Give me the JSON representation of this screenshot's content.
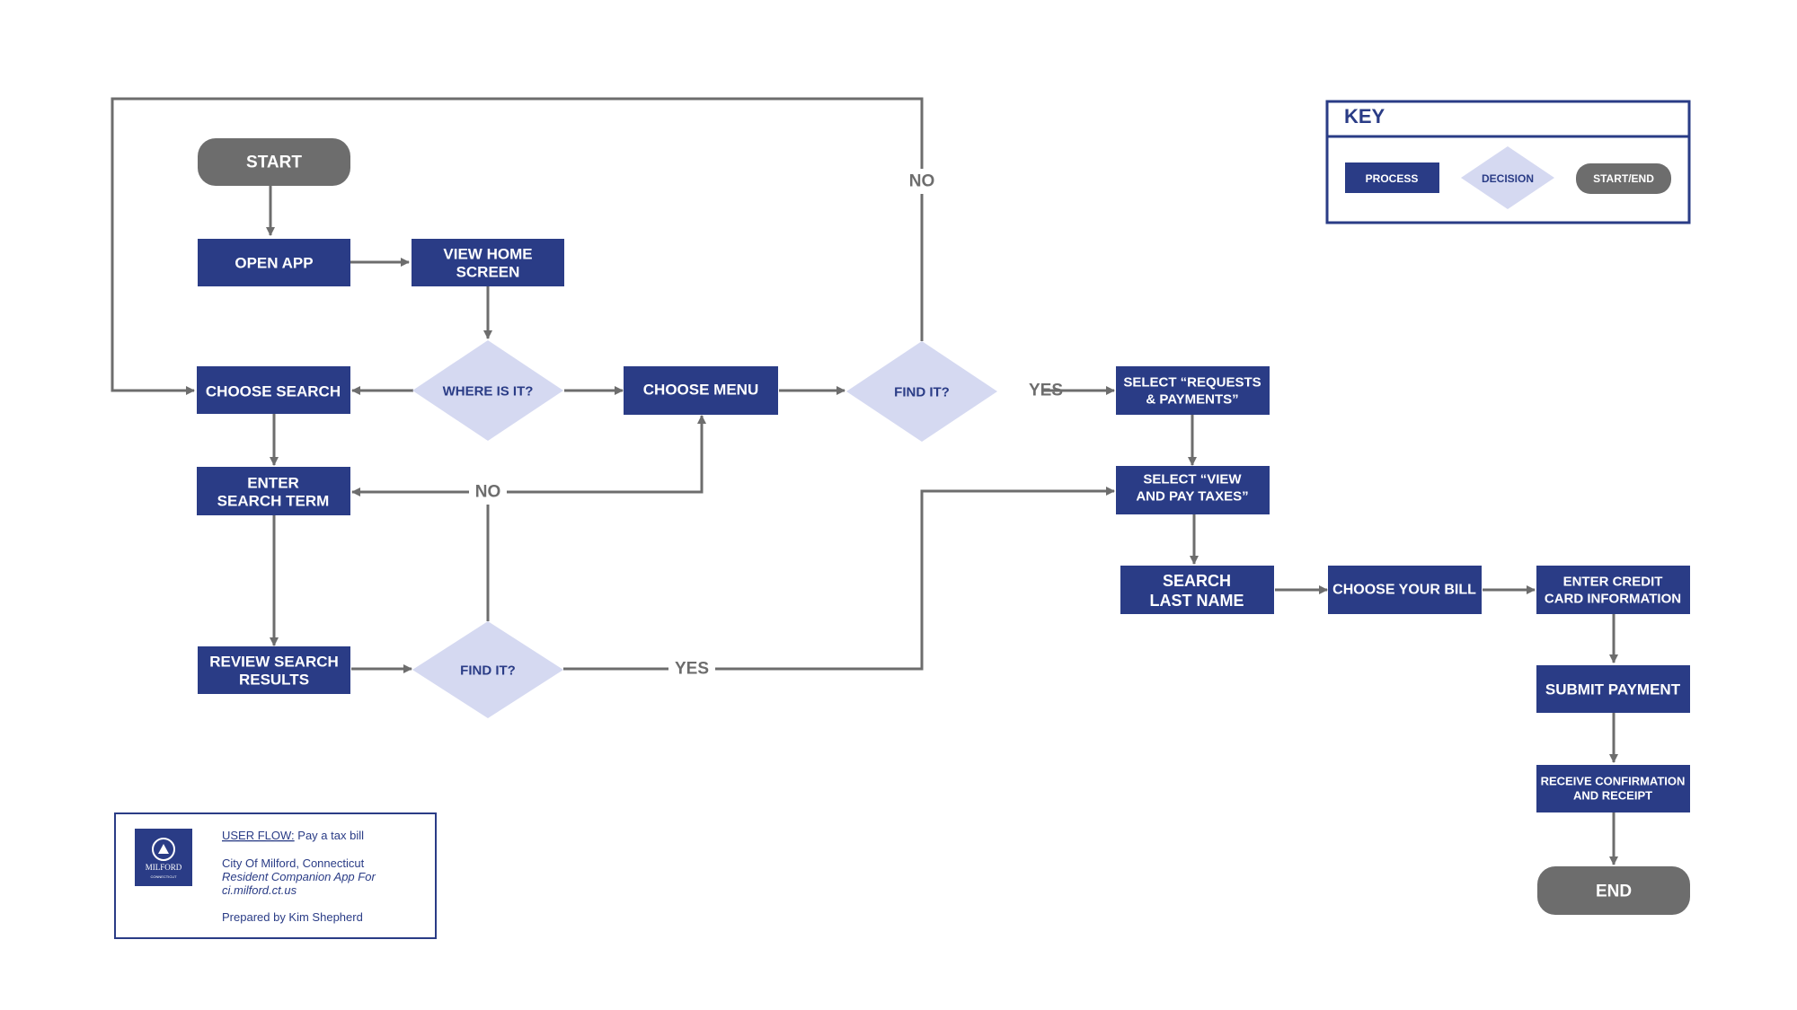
{
  "colors": {
    "process": "#2a3c86",
    "decision": "#d5d9f1",
    "terminal": "#6d6d6d",
    "edge": "#6d6d6d",
    "border": "#2a3c86"
  },
  "nodes": {
    "start": "START",
    "open_app": "OPEN APP",
    "view_home_1": "VIEW HOME",
    "view_home_2": "SCREEN",
    "where_is_it": "WHERE IS IT?",
    "choose_search": "CHOOSE SEARCH",
    "choose_menu": "CHOOSE MENU",
    "find_it_top": "FIND IT?",
    "enter_search_1": "ENTER",
    "enter_search_2": "SEARCH TERM",
    "review_results_1": "REVIEW SEARCH",
    "review_results_2": "RESULTS",
    "find_it_bottom": "FIND IT?",
    "select_requests_1": "SELECT “REQUESTS",
    "select_requests_2": "& PAYMENTS”",
    "select_view_1": "SELECT “VIEW",
    "select_view_2": "AND PAY TAXES”",
    "search_last_1": "SEARCH",
    "search_last_2": "LAST NAME",
    "choose_bill": "CHOOSE YOUR BILL",
    "enter_cc_1": "ENTER CREDIT",
    "enter_cc_2": "CARD INFORMATION",
    "submit_payment": "SUBMIT PAYMENT",
    "receive_conf_1": "RECEIVE CONFIRMATION",
    "receive_conf_2": "AND RECEIPT",
    "end": "END"
  },
  "edge_labels": {
    "no_top": "NO",
    "yes_top": "YES",
    "no_middle": "NO",
    "yes_bottom": "YES"
  },
  "key": {
    "title": "KEY",
    "process": "PROCESS",
    "decision": "DECISION",
    "start_end": "START/END"
  },
  "info": {
    "user_flow_label": "USER FLOW:",
    "user_flow_value": " Pay a tax bill",
    "city": "City Of Milford, Connecticut",
    "app_line": "Resident Companion App For",
    "url": "ci.milford.ct.us",
    "prepared_by": "Prepared by Kim Shepherd",
    "logo_text": "MILFORD",
    "logo_subtext": "CONNECTICUT"
  }
}
